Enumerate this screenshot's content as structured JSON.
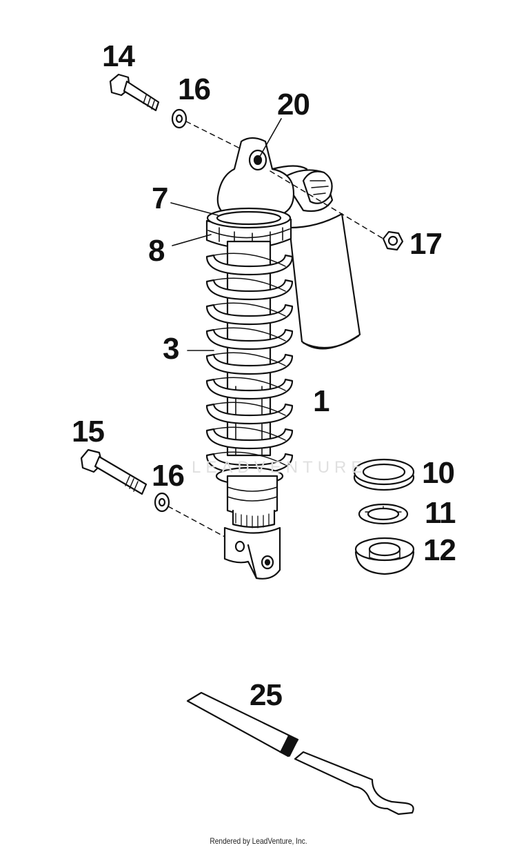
{
  "callouts": {
    "c14": "14",
    "c16a": "16",
    "c20": "20",
    "c7": "7",
    "c8": "8",
    "c17": "17",
    "c3": "3",
    "c1": "1",
    "c15": "15",
    "c16b": "16",
    "c10": "10",
    "c11": "11",
    "c12": "12",
    "c25": "25"
  },
  "watermark": "LEADVENTURE",
  "footer": "Rendered by LeadVenture, Inc."
}
